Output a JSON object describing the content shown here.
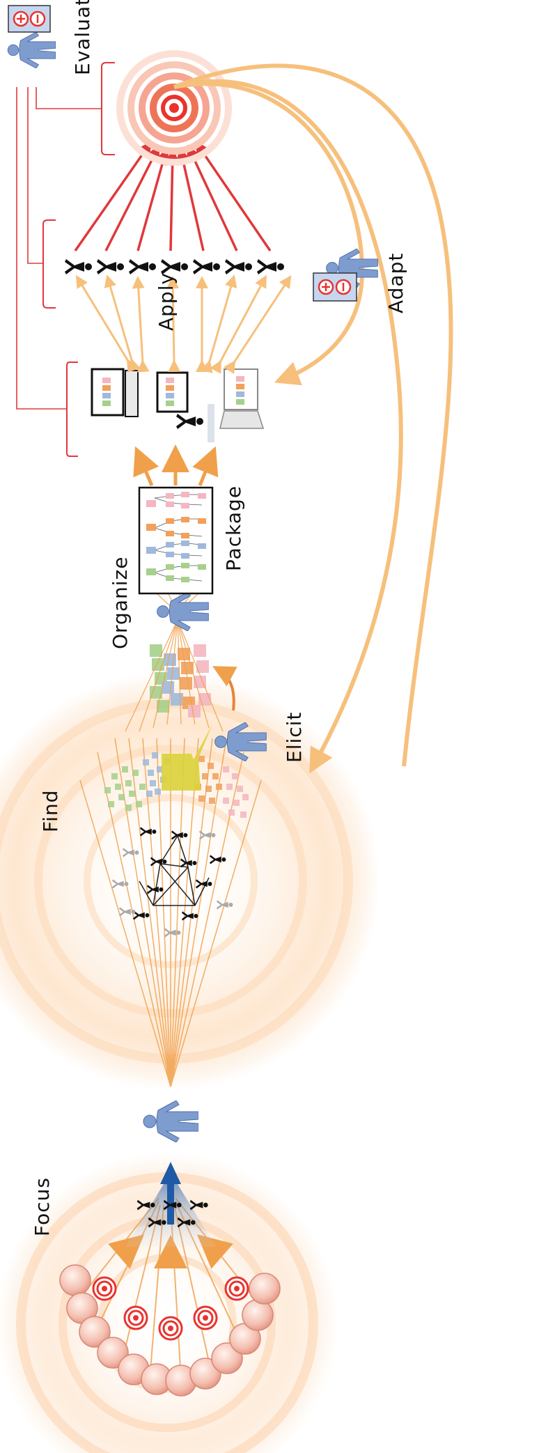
{
  "labels": {
    "focus": "Focus",
    "find": "Find",
    "elicit": "Elicit",
    "organize": "Organize",
    "package": "Package",
    "apply": "Apply",
    "adapt": "Adapt",
    "evaluate": "Evaluate"
  },
  "colors": {
    "arrow_orange": "#f0a04b",
    "arrow_light_orange": "#f6c07c",
    "evaluate_red": "#e0383b",
    "target_red": "#e8332e",
    "person_blue": "#7f9ccf",
    "dark_blue": "#1f5aa6",
    "glow_orange": "#fbd9b8",
    "sticky_pink": "#f4b6c0",
    "sticky_orange": "#f2a05a",
    "sticky_blue": "#9fb9dc",
    "sticky_green": "#a6d08b",
    "highlight_yellow": "#dcd23a"
  },
  "icons": [
    "target-icon",
    "person-icon",
    "person-silhouette-icon",
    "tablet-icon",
    "laptop-icon",
    "pro-con-card-icon",
    "sticky-note-icon",
    "speech-bubble-icon"
  ]
}
